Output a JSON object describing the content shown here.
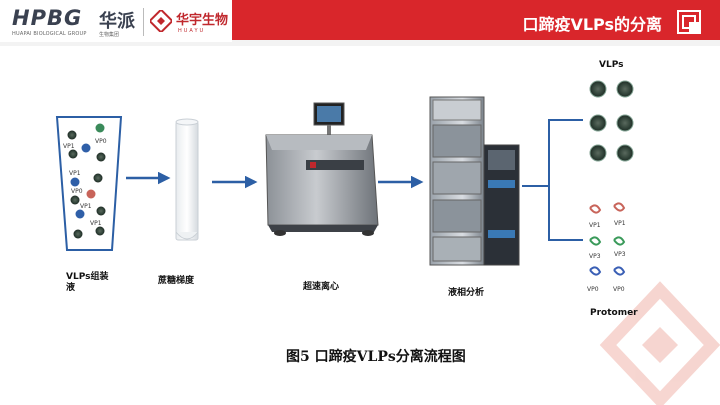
{
  "header": {
    "brand_hpbg": "HPBG",
    "brand_huapai_cn": "华派",
    "brand_huapai_en": "HUAPAI BIOLOGICAL GROUP",
    "brand_huapai_sub": "生物集团",
    "brand_huayu_cn": "华宇生物",
    "brand_huayu_en": "HUAYU",
    "title": "口蹄疫VLPs的分离",
    "accent_color": "#d9262b"
  },
  "diagram": {
    "step1_label": "VLPs组装液",
    "step2_label": "蔗糖梯度",
    "step3_label": "超速离心",
    "step4_label": "液相分析",
    "vlps_title": "VLPs",
    "protomer_label": "Protomer",
    "vp_labels": [
      "VP1",
      "VP1",
      "VP3",
      "VP3",
      "VP0",
      "VP0"
    ],
    "tube_vp_labels": [
      "VP1",
      "VP0",
      "VP1",
      "VP0",
      "VP1",
      "VP1"
    ],
    "caption": "图5 口蹄疫VLPs分离流程图"
  }
}
